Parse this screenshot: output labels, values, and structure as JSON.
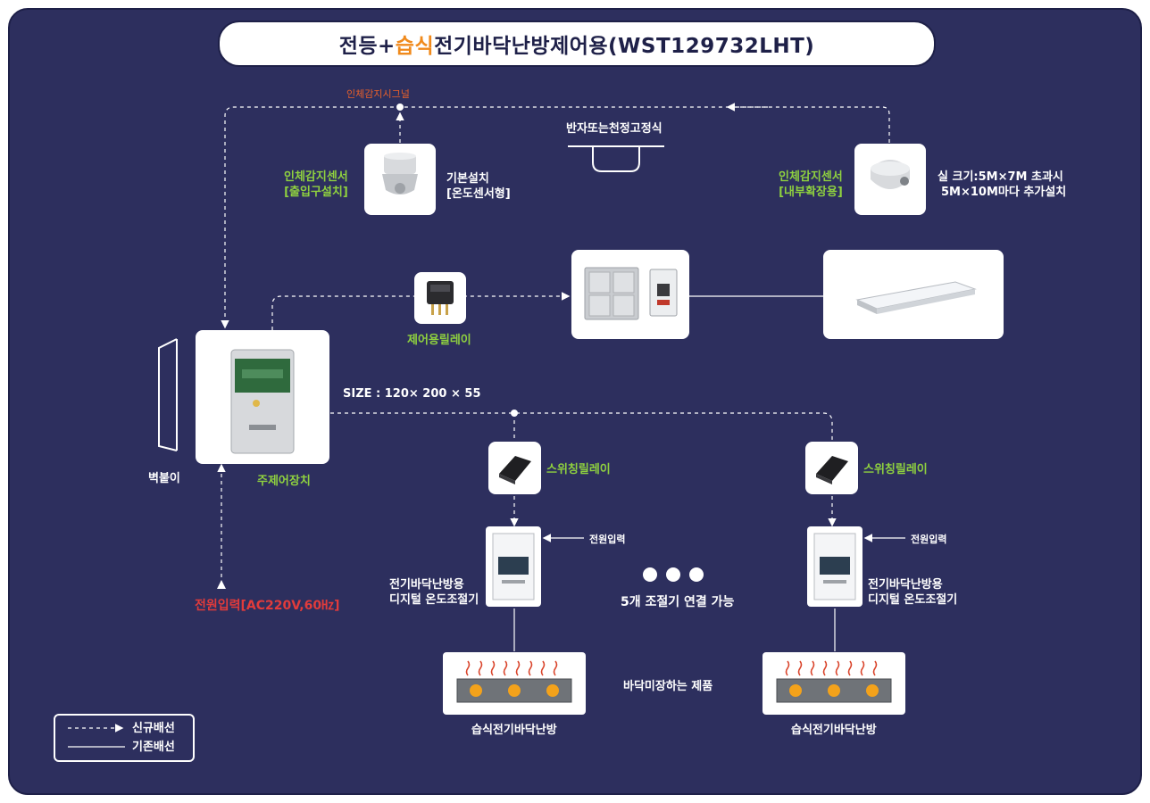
{
  "title": {
    "prefix": "전등+",
    "highlight": "습식",
    "suffix": "전기바닥난방제어용(WST129732LHT)"
  },
  "signal": {
    "label": "인체감지시그널"
  },
  "mount": {
    "label": "반자또는천정고정식"
  },
  "sensor_left": {
    "name": "인체감지센서",
    "sub": "[출입구설치]",
    "note1": "기본설치",
    "note2": "[온도센서형]"
  },
  "sensor_right": {
    "name": "인체감지센서",
    "sub": "[내부확장용]",
    "note1": "실 크기:5M×7M 초과시",
    "note2": "5M×10M마다 추가설치"
  },
  "relay": {
    "label": "제어용릴레이"
  },
  "main": {
    "size": "SIZE : 120× 200 × 55",
    "label": "주제어장치",
    "wall": "벽붙이"
  },
  "power_main": {
    "label": "전원입력[AC220V,60㎐]"
  },
  "switch_relay": {
    "label": "스위칭릴레이"
  },
  "thermostat": {
    "power": "전원입력",
    "line1": "전기바닥난방용",
    "line2": "디지털 온도조절기"
  },
  "more": {
    "label": "5개 조절기 연결 가능"
  },
  "heater": {
    "label": "습식전기바닥난방",
    "note": "바닥미장하는 제품"
  },
  "legend": {
    "new": "신규배선",
    "existing": "기존배선"
  },
  "colors": {
    "background": "#2d2f5e",
    "accent": "#f08a1c",
    "label_green": "#8fd13f",
    "power_red": "#e23b3b"
  }
}
